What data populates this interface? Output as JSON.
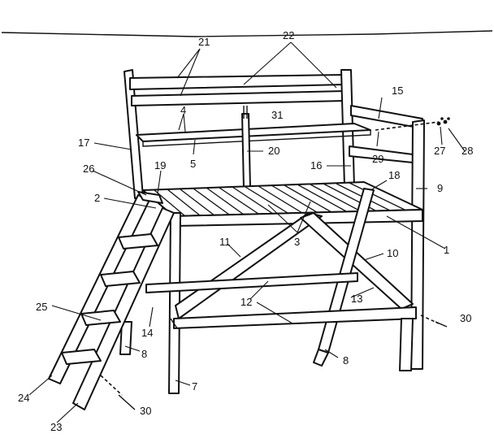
{
  "callouts": {
    "n1": "1",
    "n2": "2",
    "n3": "3",
    "n4": "4",
    "n5": "5",
    "n7": "7",
    "n8a": "8",
    "n8b": "8",
    "n9": "9",
    "n10": "10",
    "n11": "11",
    "n12": "12",
    "n13": "13",
    "n14": "14",
    "n15": "15",
    "n16": "16",
    "n17": "17",
    "n18": "18",
    "n19": "19",
    "n20": "20",
    "n21": "21",
    "n22": "22",
    "n23": "23",
    "n24": "24",
    "n25": "25",
    "n26": "26",
    "n27": "27",
    "n28": "28",
    "n29": "29",
    "n30a": "30",
    "n30b": "30",
    "n31": "31"
  },
  "colors": {
    "ink": "#111111",
    "paper": "#ffffff"
  }
}
